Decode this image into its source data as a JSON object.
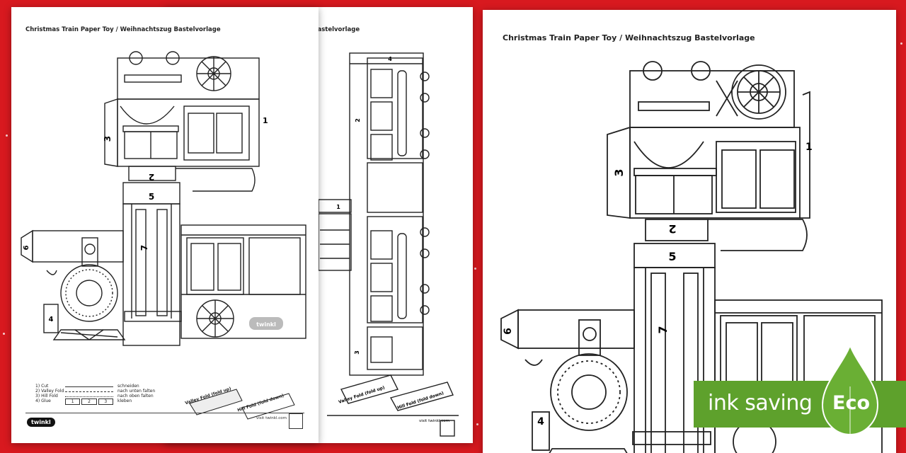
{
  "worksheet": {
    "title": "Christmas Train Paper Toy / Weihnachtszug Bastelvorlage",
    "title_partial": "Bastelvorlage",
    "visit": "visit twinkl.com",
    "logo": "twinkl",
    "key": [
      {
        "en": "1) Cut",
        "de": "schneiden"
      },
      {
        "en": "2) Valley Fold",
        "de": "nach unten falten"
      },
      {
        "en": "3) Hill Fold",
        "de": "nach oben falten"
      },
      {
        "en": "4) Glue",
        "de": "kleben"
      }
    ],
    "glue_steps": [
      "1",
      "2",
      "3"
    ],
    "valley_fold": "Valley Fold (fold up)",
    "hill_fold": "Hill Fold (fold down)",
    "panel_numbers": {
      "one": "1",
      "two": "2",
      "three": "3",
      "four": "4",
      "five": "5",
      "six": "6",
      "seven": "7"
    }
  },
  "badge": {
    "label": "ink saving",
    "eco": "Eco"
  },
  "colors": {
    "background": "#d8191f",
    "badge_green": "#5ea12c",
    "drop_green": "#6aaf34"
  }
}
